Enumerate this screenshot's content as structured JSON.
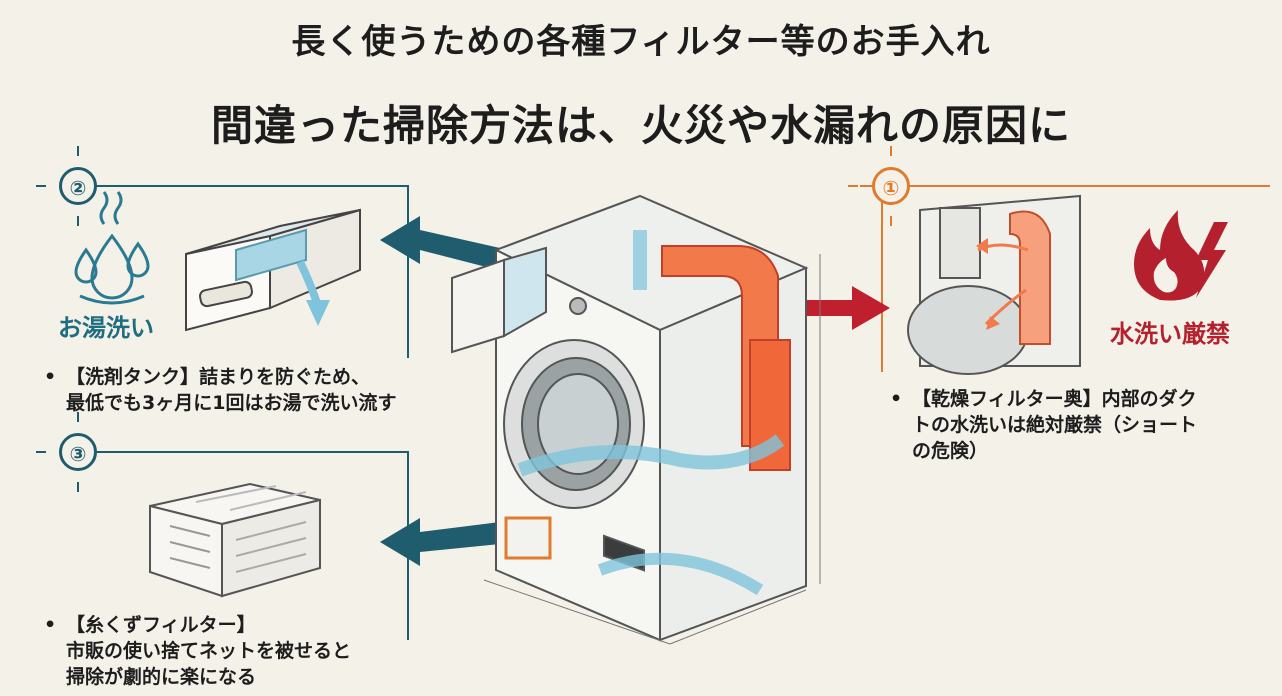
{
  "title": "長く使うための各種フィルター等のお手入れ",
  "subtitle": "間違った掃除方法は、火災や水漏れの原因に",
  "sections": [
    {
      "number": "②",
      "badge": "お湯洗い",
      "caption_lines": [
        "【洗剤タンク】詰まりを防ぐため、",
        "最低でも3ヶ月に1回はお湯で洗い流す"
      ],
      "accent": "#1f5d6e"
    },
    {
      "number": "③",
      "caption_lines": [
        "【糸くずフィルター】",
        "市販の使い捨てネットを被せると",
        "掃除が劇的に楽になる"
      ],
      "accent": "#1f5d6e"
    },
    {
      "number": "①",
      "badge": "水洗い厳禁",
      "caption_lines": [
        "【乾燥フィルター奥】内部のダク",
        "トの水洗いは絶対厳禁（ショート",
        "の危険）"
      ],
      "accent": "#e07a2c",
      "warning_color": "#b5202e"
    }
  ],
  "bullet": "•",
  "colors": {
    "background": "#f4f1e8",
    "teal": "#1f5d6e",
    "orange": "#e07a2c",
    "red": "#b5202e",
    "water": "#7fc4dc"
  },
  "icons": [
    "water-drops-steam-icon",
    "flame-lightning-icon",
    "detergent-drawer-illustration",
    "lint-filter-illustration",
    "drying-duct-illustration",
    "washing-machine-illustration"
  ]
}
